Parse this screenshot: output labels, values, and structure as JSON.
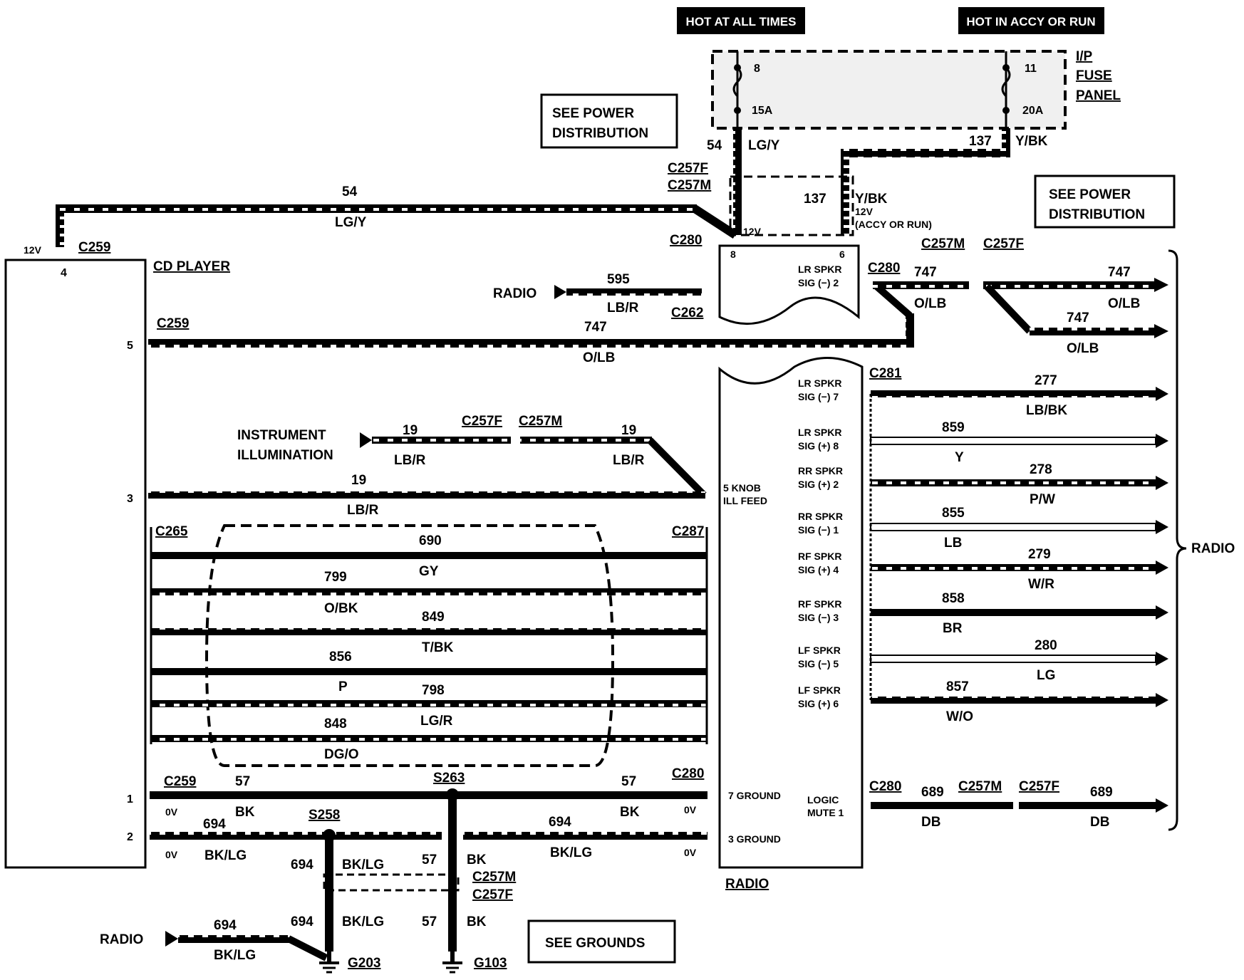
{
  "header": {
    "hot_all_times": "HOT AT ALL TIMES",
    "hot_accy_run": "HOT IN ACCY OR RUN"
  },
  "fuse_panel": {
    "title1": "I/P",
    "title2": "FUSE",
    "title3": "PANEL",
    "fuse_a_num": "8",
    "fuse_a_rating": "15A",
    "fuse_b_num": "11",
    "fuse_b_rating": "20A"
  },
  "see_refs": {
    "power_dist_1a": "SEE POWER",
    "power_dist_1b": "DISTRIBUTION",
    "power_dist_2a": "SEE POWER",
    "power_dist_2b": "DISTRIBUTION",
    "grounds": "SEE GROUNDS"
  },
  "connectors": {
    "c257f": "C257F",
    "c257m": "C257M",
    "c280": "C280",
    "c259": "C259",
    "c262": "C262",
    "c265": "C265",
    "c287": "C287",
    "c281": "C281",
    "s263": "S263",
    "s258": "S258",
    "g203": "G203",
    "g103": "G103"
  },
  "components": {
    "cd_player": "CD PLAYER",
    "radio": "RADIO",
    "instrument_1": "INSTRUMENT",
    "instrument_2": "ILLUMINATION"
  },
  "voltages": {
    "v12": "12V",
    "v0": "0V",
    "accy_run": "(ACCY OR RUN)"
  },
  "cd_pins": [
    "4",
    "5",
    "3",
    "1",
    "2"
  ],
  "radio_pins_top": {
    "pin8": "8",
    "pin6": "6",
    "lr_spkr_1": "LR SPKR",
    "lr_spkr_2": "SIG (−) 2"
  },
  "radio_body": {
    "knob_1": "5 KNOB",
    "knob_2": "ILL FEED",
    "ground7": "7  GROUND",
    "ground3": "3  GROUND",
    "logic_1": "LOGIC",
    "logic_2": "MUTE  1"
  },
  "speaker_pins": [
    {
      "l1": "LR SPKR",
      "l2": "SIG (−)  7"
    },
    {
      "l1": "LR SPKR",
      "l2": "SIG (+)  8"
    },
    {
      "l1": "RR SPKR",
      "l2": "SIG (+)  2"
    },
    {
      "l1": "RR SPKR",
      "l2": "SIG (−)  1"
    },
    {
      "l1": "RF SPKR",
      "l2": "SIG (+)  4"
    },
    {
      "l1": "RF SPKR",
      "l2": "SIG (−)  3"
    },
    {
      "l1": "LF SPKR",
      "l2": "SIG (−)  5"
    },
    {
      "l1": "LF SPKR",
      "l2": "SIG (+)  6"
    }
  ],
  "speaker_wires": [
    {
      "num": "277",
      "color": "LB/BK"
    },
    {
      "num": "859",
      "color": "Y"
    },
    {
      "num": "278",
      "color": "P/W"
    },
    {
      "num": "855",
      "color": "LB"
    },
    {
      "num": "279",
      "color": "W/R"
    },
    {
      "num": "858",
      "color": "BR"
    },
    {
      "num": "280",
      "color": "LG"
    },
    {
      "num": "857",
      "color": "W/O"
    }
  ],
  "cable_wires": [
    {
      "num": "690",
      "color": "GY"
    },
    {
      "num": "799",
      "color": "O/BK"
    },
    {
      "num": "849",
      "color": "T/BK"
    },
    {
      "num": "856",
      "color": "P"
    },
    {
      "num": "798",
      "color": "LG/R"
    },
    {
      "num": "848",
      "color": "DG/O"
    }
  ],
  "wires": {
    "w54": "54",
    "lgy": "LG/Y",
    "w137": "137",
    "ybk": "Y/BK",
    "w595": "595",
    "lbr": "LB/R",
    "w747": "747",
    "olb": "O/LB",
    "w19": "19",
    "w57": "57",
    "bk": "BK",
    "w694": "694",
    "bklg": "BK/LG",
    "w689": "689",
    "db": "DB"
  }
}
